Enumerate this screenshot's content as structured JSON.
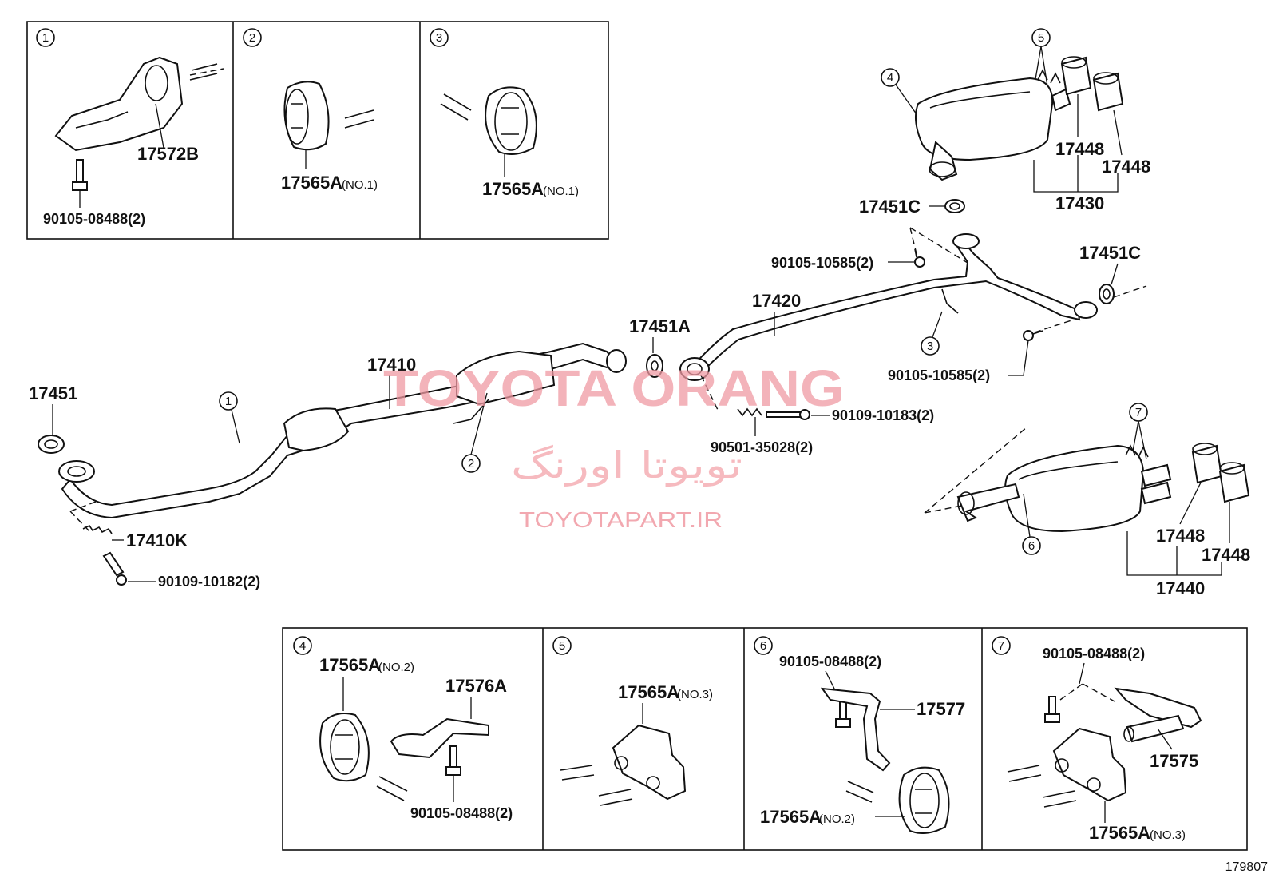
{
  "watermark": {
    "brand": "TOYOTA ORANG",
    "brand_fa": "تویوتا اورنگ",
    "site": "TOYOTAPART.IR"
  },
  "document_number": "179807",
  "detail_boxes": {
    "box1": {
      "num": "1",
      "part": "17572B",
      "bolt": "90105-08488(2)"
    },
    "box2": {
      "num": "2",
      "part": "17565A",
      "note": "(NO.1)"
    },
    "box3": {
      "num": "3",
      "part": "17565A",
      "note": "(NO.1)"
    },
    "box4": {
      "num": "4",
      "part_a": "17565A",
      "note_a": "(NO.2)",
      "part_b": "17576A",
      "bolt": "90105-08488(2)"
    },
    "box5": {
      "num": "5",
      "part": "17565A",
      "note": "(NO.3)"
    },
    "box6": {
      "num": "6",
      "bolt": "90105-08488(2)",
      "part_b": "17577",
      "part_a": "17565A",
      "note_a": "(NO.2)"
    },
    "box7": {
      "num": "7",
      "bolt": "90105-08488(2)",
      "part_b": "17575",
      "part_a": "17565A",
      "note_a": "(NO.3)"
    }
  },
  "main": {
    "gasket_front": "17451",
    "spring_front": "17410K",
    "bolt_front": "90109-10182(2)",
    "front_pipe": "17410",
    "gasket_a": "17451A",
    "center_pipe": "17420",
    "spring_mid": "90501-35028(2)",
    "bolt_mid": "90109-10183(2)",
    "bolt_upper": "90105-10585(2)",
    "bolt_lower": "90105-10585(2)",
    "gasket_c_top": "17451C",
    "gasket_c_right": "17451C",
    "muffler_upper": "17430",
    "tip_upper_1": "17448",
    "tip_upper_2": "17448",
    "muffler_lower": "17440",
    "tip_lower_1": "17448",
    "tip_lower_2": "17448",
    "callouts": {
      "c1": "1",
      "c2": "2",
      "c3": "3",
      "c4": "4",
      "c5": "5",
      "c6": "6",
      "c7": "7"
    }
  }
}
